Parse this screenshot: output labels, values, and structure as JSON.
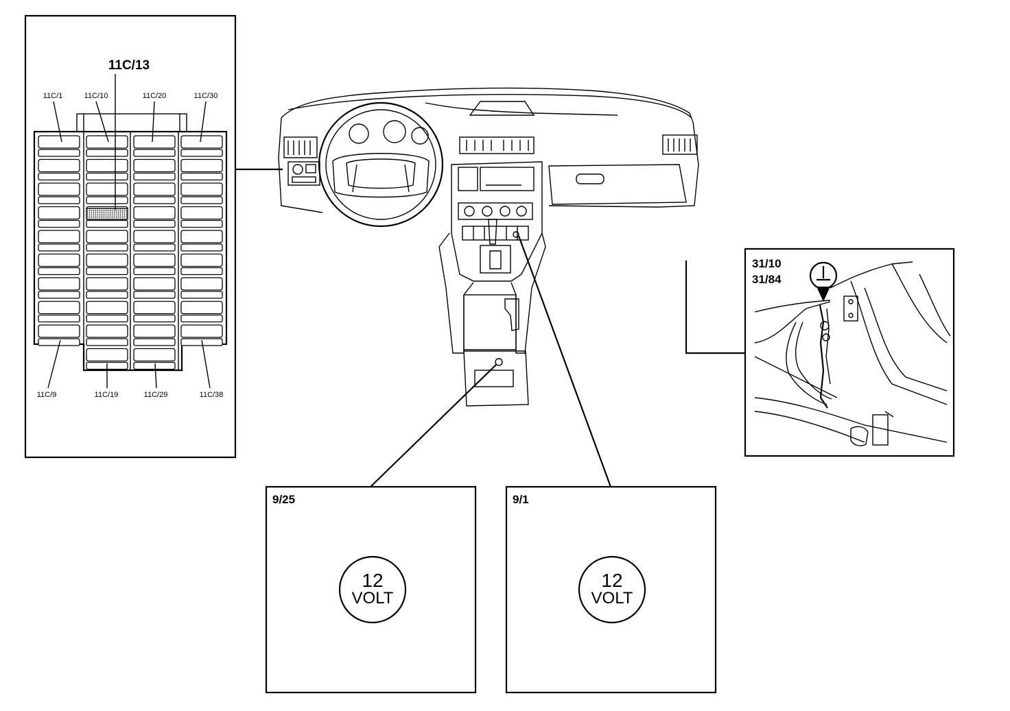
{
  "fuse_box": {
    "callout_main": "11C/13",
    "top_labels": [
      "11C/1",
      "11C/10",
      "11C/20",
      "11C/30"
    ],
    "bottom_labels": [
      "11C/9",
      "11C/19",
      "11C/29",
      "11C/38"
    ]
  },
  "ground_point": {
    "label_line1": "31/10",
    "label_line2": "31/84",
    "ground_symbol": "ground-symbol-icon"
  },
  "outlet_rear": {
    "label": "9/25",
    "volt_number": "12",
    "volt_text": "VOLT"
  },
  "outlet_front": {
    "label": "9/1",
    "volt_number": "12",
    "volt_text": "VOLT"
  },
  "colors": {
    "line": "#000000",
    "background": "#ffffff",
    "highlight_fuse": "#9a9a9a"
  }
}
